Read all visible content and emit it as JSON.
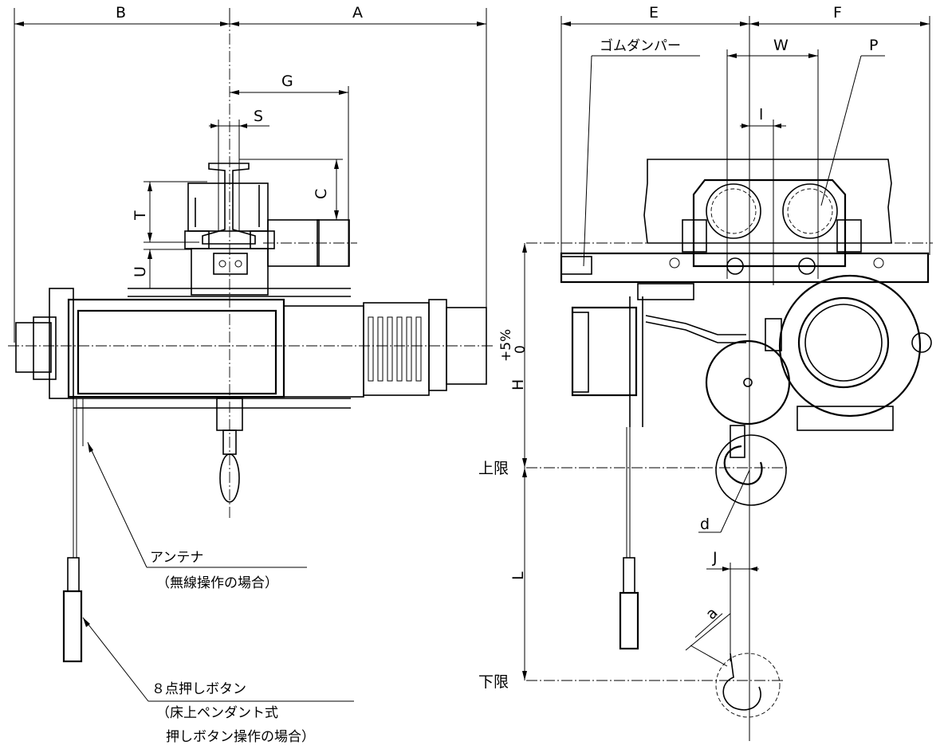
{
  "front_view": {
    "dims": {
      "A": "A",
      "B": "B",
      "G": "G",
      "S": "S",
      "C": "C",
      "T": "T",
      "U": "U"
    },
    "notes": {
      "antenna_line1": "アンテナ",
      "antenna_line2": "（無線操作の場合）",
      "pendant_line1": "８点押しボタン",
      "pendant_line2": "（床上ペンダント式",
      "pendant_line3": "押しボタン操作の場合）"
    }
  },
  "side_view": {
    "dims": {
      "E": "E",
      "F": "F",
      "W": "W",
      "P": "P",
      "l": "l",
      "H": "H",
      "H_tol_upper": "+5%",
      "H_tol_lower": "0",
      "L": "L",
      "J": "J",
      "d": "d",
      "a": "a"
    },
    "notes": {
      "rubber_damper": "ゴムダンパー",
      "upper_limit": "上限",
      "lower_limit": "下限"
    }
  }
}
